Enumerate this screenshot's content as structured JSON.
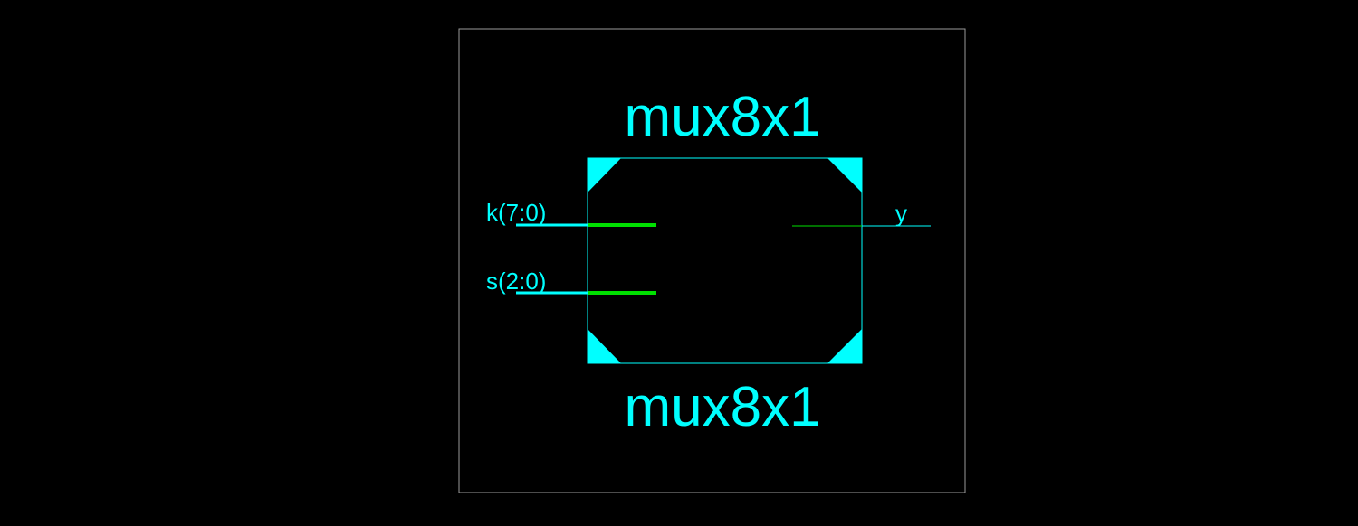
{
  "symbol": {
    "instance_name": "mux8x1",
    "cell_name": "mux8x1",
    "colors": {
      "background": "#000000",
      "frame": "#9a9a9a",
      "symbol": "#00ffff",
      "wire": "#00e000"
    },
    "inputs": [
      {
        "label": "k(7:0)",
        "bus": true
      },
      {
        "label": "s(2:0)",
        "bus": true
      }
    ],
    "outputs": [
      {
        "label": "y",
        "bus": false
      }
    ]
  }
}
